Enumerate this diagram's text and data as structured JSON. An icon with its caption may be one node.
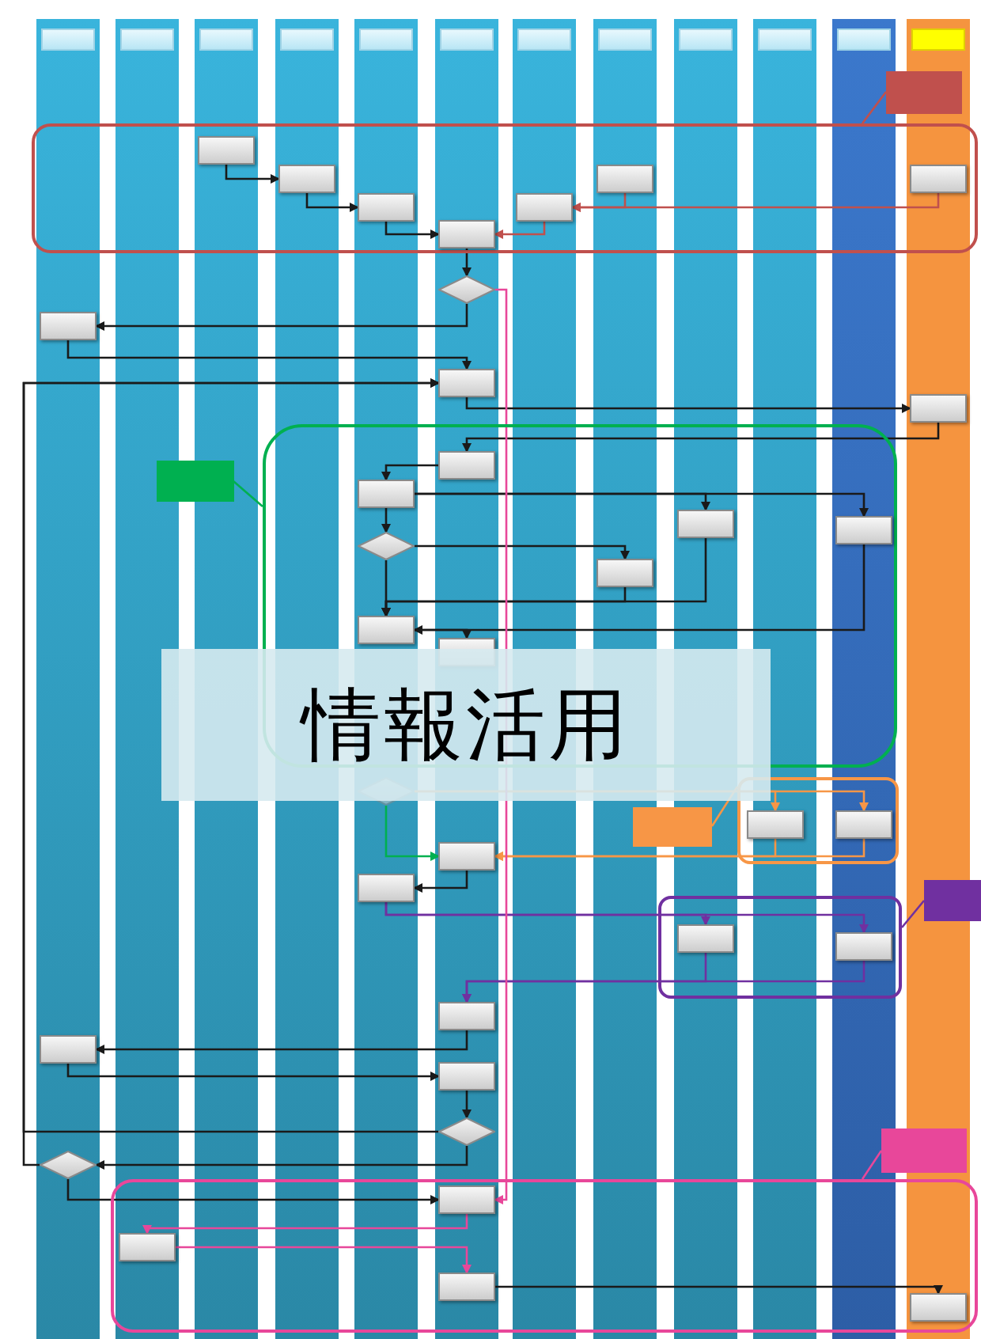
{
  "diagram": {
    "nodes": [
      {
        "text": [],
        "shape": "box"
      },
      {
        "text": [],
        "shape": "box"
      },
      {
        "text": [],
        "shape": "box"
      },
      {
        "text": [],
        "shape": "box"
      },
      {
        "text": [],
        "shape": "box"
      },
      {
        "text": [],
        "shape": "box"
      },
      {
        "text": [],
        "shape": "box"
      },
      {
        "text": [],
        "shape": "box"
      },
      {
        "text": [],
        "shape": "box"
      },
      {
        "text": [],
        "shape": "box"
      },
      {
        "text": [],
        "shape": "box"
      },
      {
        "text": [],
        "shape": "box"
      },
      {
        "text": [],
        "shape": "box",
        "in": 52
      },
      {
        "text": [],
        "shape": "box",
        "in": 52
      },
      {
        "text": [],
        "shape": "box",
        "in": 52
      },
      {
        "text": [],
        "shape": "box",
        "in": 52
      },
      {
        "text": [],
        "shape": "box",
        "in": 52
      },
      {
        "text": [],
        "shape": "box",
        "in": 52
      },
      {
        "text": [],
        "shape": "box",
        "in": 52
      },
      {
        "text": [],
        "shape": "diamond"
      },
      {
        "text": [],
        "shape": "box"
      },
      {
        "text": [],
        "shape": "box"
      },
      {
        "text": [],
        "shape": "box"
      },
      {
        "text": [],
        "shape": "box",
        "in": 53
      },
      {
        "text": [],
        "shape": "box",
        "in": 53
      },
      {
        "text": [],
        "shape": "diamond",
        "in": 53
      },
      {
        "text": [],
        "shape": "box",
        "in": 53
      },
      {
        "text": [],
        "shape": "box",
        "in": 53
      },
      {
        "text": [],
        "shape": "box",
        "in": 53
      },
      {
        "text": [],
        "shape": "box",
        "in": 53
      },
      {
        "text": [],
        "shape": "box",
        "in": 53
      },
      {
        "text": [],
        "shape": "diamond"
      },
      {
        "text": [],
        "shape": "box"
      },
      {
        "text": [],
        "shape": "box",
        "in": 54
      },
      {
        "text": [],
        "shape": "box",
        "in": 54
      },
      {
        "text": [],
        "shape": "box"
      },
      {
        "text": [],
        "shape": "box",
        "in": 55
      },
      {
        "text": [],
        "shape": "box",
        "in": 55
      },
      {
        "text": [],
        "shape": "box"
      },
      {
        "text": [],
        "shape": "box"
      },
      {
        "text": [],
        "shape": "box"
      },
      {
        "text": [],
        "shape": "diamond"
      },
      {
        "text": [],
        "shape": "diamond"
      },
      {
        "text": [],
        "shape": "box",
        "in": 56
      },
      {
        "text": [],
        "shape": "box",
        "in": 56
      },
      {
        "text": [],
        "shape": "box",
        "in": 56
      },
      {
        "text": [],
        "shape": "box",
        "in": 56
      },
      {
        "text": [],
        "shape": "box"
      },
      {
        "text": [],
        "shape": "box"
      },
      {
        "text": [],
        "shape": "box"
      },
      {
        "text": [],
        "shape": "box"
      },
      {
        "text": [],
        "shape": "box"
      },
      {
        "text": [],
        "shape": "box"
      },
      {
        "text": [],
        "shape": "box"
      },
      {
        "text": [],
        "shape": "box"
      },
      {
        "text": [],
        "shape": "box"
      },
      {
        "text": [],
        "shape": "box"
      }
    ],
    "edges": [
      {
        "from": 12,
        "to": 13,
        "arrow": "to"
      },
      {
        "from": 13,
        "to": 14,
        "arrow": "to"
      },
      {
        "from": 14,
        "to": 15,
        "arrow": "to"
      },
      {
        "from": 16,
        "to": 15,
        "arrow": "to",
        "color": "#c0504d"
      },
      {
        "from": 17,
        "to": 16,
        "arrow": "to",
        "color": "#c0504d"
      },
      {
        "from": 18,
        "to": 16,
        "arrow": "to",
        "color": "#c0504d"
      },
      {
        "from": 15,
        "to": 19,
        "arrow": "to"
      },
      {
        "from": 19,
        "to": 20,
        "arrow": "to"
      },
      {
        "from": 20,
        "to": 21,
        "arrow": "to"
      },
      {
        "from": 21,
        "to": 22,
        "arrow": "to"
      },
      {
        "from": 22,
        "to": 23,
        "arrow": "to"
      },
      {
        "from": 23,
        "to": 24,
        "arrow": "to"
      },
      {
        "from": 24,
        "to": 25,
        "arrow": "to"
      },
      {
        "from": 24,
        "to": 26,
        "arrow": "to"
      },
      {
        "from": 24,
        "to": 27,
        "arrow": "to"
      },
      {
        "from": 25,
        "to": 28,
        "arrow": "to"
      },
      {
        "from": 25,
        "to": 29,
        "arrow": "to"
      },
      {
        "from": 28,
        "to": 29,
        "arrow": "to"
      },
      {
        "from": 26,
        "to": 29,
        "arrow": "to"
      },
      {
        "from": 27,
        "to": 29,
        "arrow": "to"
      },
      {
        "from": 29,
        "to": 30,
        "arrow": "to"
      },
      {
        "from": 31,
        "to": 32,
        "arrow": "to",
        "color": "#00b050"
      },
      {
        "from": 31,
        "to": 33,
        "arrow": "to",
        "color": "#f79646"
      },
      {
        "from": 31,
        "to": 34,
        "arrow": "to",
        "color": "#f79646"
      },
      {
        "from": 33,
        "to": 32,
        "arrow": "to",
        "color": "#f79646"
      },
      {
        "from": 34,
        "to": 32,
        "arrow": "to",
        "color": "#f79646"
      },
      {
        "from": 32,
        "to": 35,
        "arrow": "to"
      },
      {
        "from": 35,
        "to": 36,
        "arrow": "to",
        "color": "#7030a0"
      },
      {
        "from": 35,
        "to": 37,
        "arrow": "to",
        "color": "#7030a0"
      },
      {
        "from": 36,
        "to": 38,
        "arrow": "to",
        "color": "#7030a0"
      },
      {
        "from": 37,
        "to": 38,
        "arrow": "to",
        "color": "#7030a0"
      },
      {
        "from": 38,
        "to": 39,
        "arrow": "to"
      },
      {
        "from": 39,
        "to": 40,
        "arrow": "to"
      },
      {
        "from": 40,
        "to": 41,
        "arrow": "to"
      },
      {
        "from": 41,
        "to": 21,
        "arrow": "to"
      },
      {
        "from": 41,
        "to": 42,
        "arrow": "to"
      },
      {
        "from": 42,
        "to": 21,
        "arrow": "to"
      },
      {
        "from": 42,
        "to": 43,
        "arrow": "to"
      },
      {
        "from": 19,
        "to": 43,
        "arrow": "to",
        "color": "#e8479a"
      },
      {
        "from": 43,
        "to": 44,
        "arrow": "to",
        "color": "#e8479a"
      },
      {
        "from": 44,
        "to": 45,
        "arrow": "to",
        "color": "#e8479a"
      },
      {
        "from": 45,
        "to": 46,
        "arrow": "to"
      },
      {
        "from": 47,
        "to": 52,
        "arrow": "none",
        "color": "#c0504d"
      },
      {
        "from": 48,
        "to": 53,
        "arrow": "none",
        "color": "#00b050"
      },
      {
        "from": 49,
        "to": 54,
        "arrow": "none",
        "color": "#f79646"
      },
      {
        "from": 50,
        "to": 55,
        "arrow": "none",
        "color": "#7030a0"
      },
      {
        "from": 51,
        "to": 56,
        "arrow": "none",
        "color": "#e8479a"
      }
    ],
    "labels": [
      "情報活用"
    ]
  }
}
